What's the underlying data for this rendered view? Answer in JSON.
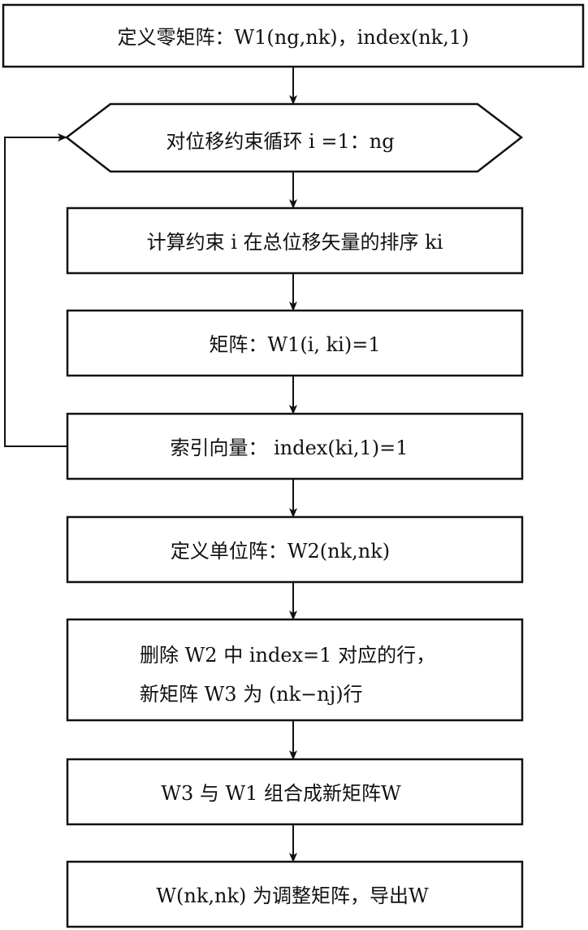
{
  "flowchart": {
    "steps": [
      {
        "id": "init",
        "shape": "rect",
        "lines": [
          "定义零矩阵：W1(ng,nk)，index(nk,1)"
        ]
      },
      {
        "id": "loop",
        "shape": "hexagon",
        "lines": [
          "对位移约束循环  i =1：ng"
        ]
      },
      {
        "id": "compute-order",
        "shape": "rect",
        "lines": [
          "计算约束 i 在总位移矢量的排序 ki"
        ]
      },
      {
        "id": "set-matrix",
        "shape": "rect",
        "lines": [
          "矩阵：W1(i, ki)=1"
        ]
      },
      {
        "id": "index-vector",
        "shape": "rect",
        "lines": [
          "索引向量：   index(ki,1)=1"
        ]
      },
      {
        "id": "identity",
        "shape": "rect",
        "lines": [
          "定义单位阵：W2(nk,nk)"
        ]
      },
      {
        "id": "delete-rows",
        "shape": "rect",
        "lines": [
          "删除 W2 中 index=1 对应的行，",
          "新矩阵 W3 为 (nk−nj)行"
        ]
      },
      {
        "id": "combine",
        "shape": "rect",
        "lines": [
          "W3 与 W1 组合成新矩阵W"
        ]
      },
      {
        "id": "export",
        "shape": "rect",
        "lines": [
          "W(nk,nk) 为调整矩阵，导出W"
        ]
      }
    ],
    "loop_back": {
      "from": "index-vector",
      "to": "loop"
    }
  }
}
